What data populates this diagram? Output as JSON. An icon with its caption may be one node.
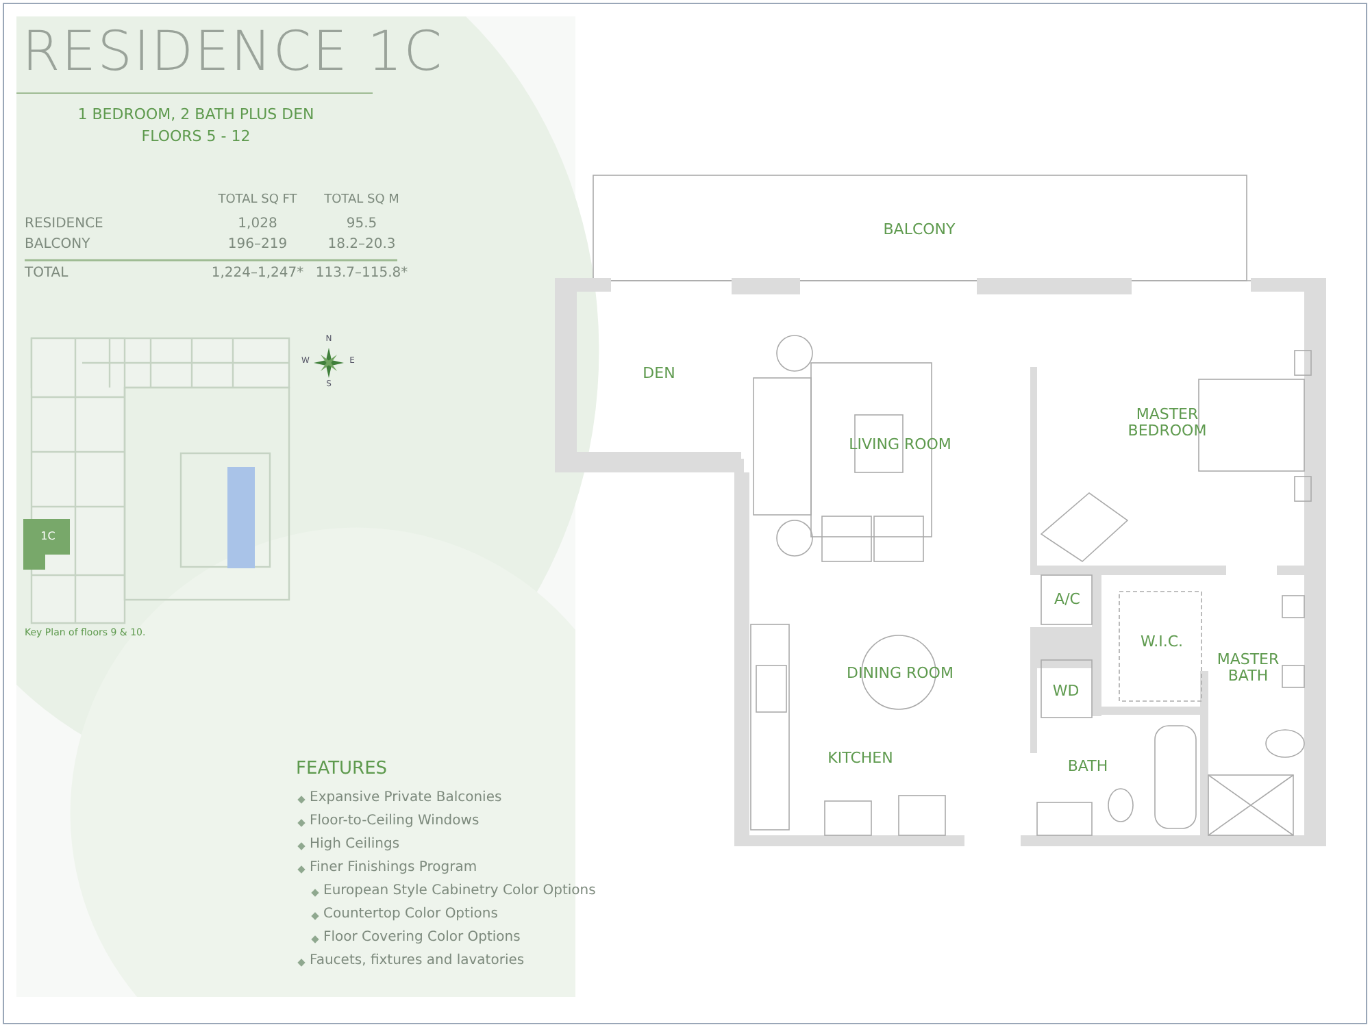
{
  "diagram": {
    "title": "RESIDENCE 1C",
    "labels": [
      "1 BEDROOM, 2 BATH PLUS DEN",
      "FLOORS 5 - 12",
      "TOTAL SQ FT",
      "TOTAL SQ M",
      "RESIDENCE",
      "1,028",
      "95.5",
      "BALCONY",
      "196–219",
      "18.2–20.3",
      "TOTAL",
      "1,224–1,247*",
      "113.7–115.8*",
      "N",
      "W",
      "E",
      "S",
      "1C",
      "Key Plan of floors 9 & 10.",
      "FEATURES",
      "Expansive Private Balconies",
      "Floor-to-Ceiling Windows",
      "High Ceilings",
      "Finer Finishings Program",
      "European Style Cabinetry Color Options",
      "Countertop Color Options",
      "Floor Covering Color Options",
      "Faucets, fixtures and lavatories",
      "BALCONY",
      "DEN",
      "LIVING ROOM",
      "MASTER BEDROOM",
      "A/C",
      "W.I.C.",
      "WD",
      "MASTER BATH",
      "DINING ROOM",
      "KITCHEN",
      "BATH"
    ]
  }
}
